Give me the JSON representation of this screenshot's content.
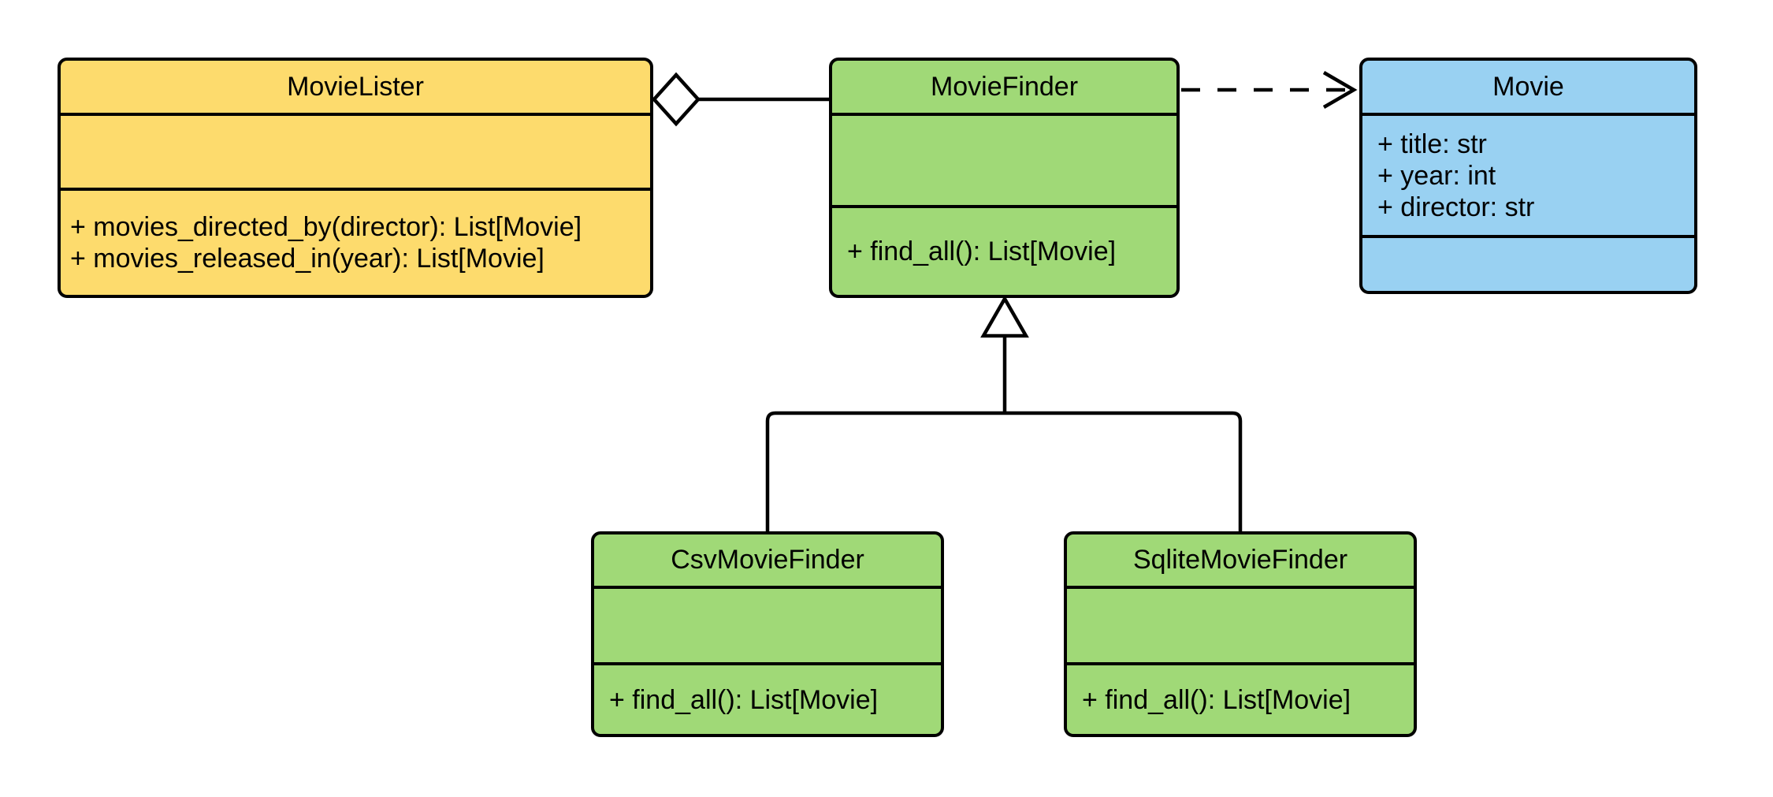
{
  "diagram": {
    "kind": "uml-class-diagram",
    "background": "#FFFFFF",
    "stroke_color": "#000000"
  },
  "classes": {
    "lister": {
      "name": "MovieLister",
      "fill": "#FDDB6D",
      "attributes": [],
      "methods": [
        "+ movies_directed_by(director): List[Movie]",
        "+ movies_released_in(year): List[Movie]"
      ]
    },
    "finder": {
      "name": "MovieFinder",
      "fill": "#A0D977",
      "attributes": [],
      "methods": [
        "+ find_all(): List[Movie]"
      ]
    },
    "movie": {
      "name": "Movie",
      "fill": "#99D1F2",
      "attributes": [
        "+ title: str",
        "+ year: int",
        "+ director: str"
      ],
      "methods": []
    },
    "csv": {
      "name": "CsvMovieFinder",
      "fill": "#A0D977",
      "attributes": [],
      "methods": [
        "+ find_all(): List[Movie]"
      ]
    },
    "sqlite": {
      "name": "SqliteMovieFinder",
      "fill": "#A0D977",
      "attributes": [],
      "methods": [
        "+ find_all(): List[Movie]"
      ]
    }
  },
  "relationships": [
    {
      "type": "aggregation",
      "from": "MovieLister",
      "to": "MovieFinder",
      "marker": "hollow-diamond",
      "line": "solid"
    },
    {
      "type": "dependency",
      "from": "MovieFinder",
      "to": "Movie",
      "marker": "open-arrow",
      "line": "dashed"
    },
    {
      "type": "inheritance",
      "from": "CsvMovieFinder",
      "to": "MovieFinder",
      "marker": "hollow-triangle",
      "line": "solid"
    },
    {
      "type": "inheritance",
      "from": "SqliteMovieFinder",
      "to": "MovieFinder",
      "marker": "hollow-triangle",
      "line": "solid"
    }
  ]
}
